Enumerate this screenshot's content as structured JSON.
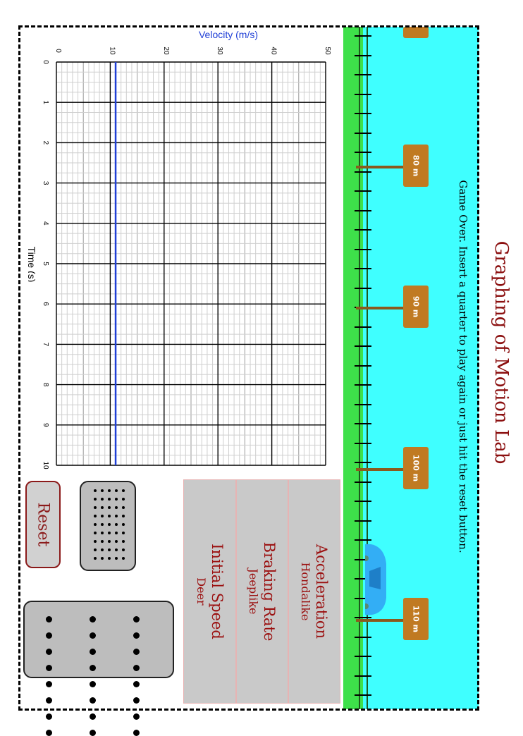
{
  "title": "Graphing of Motion Lab",
  "status_message": "Game Over.  Insert a quarter to play again or just hit the reset button.",
  "distance_markers": [
    {
      "label": "80 m",
      "position_m": 80
    },
    {
      "label": "90 m",
      "position_m": 90
    },
    {
      "label": "100 m",
      "position_m": 100
    },
    {
      "label": "110 m",
      "position_m": 110
    }
  ],
  "controls": {
    "acceleration": {
      "title": "Acceleration",
      "value": "Hondalike"
    },
    "braking_rate": {
      "title": "Braking Rate",
      "value": "Jeeplike"
    },
    "initial_speed": {
      "title": "Initial Speed",
      "value": "Deer"
    },
    "reset_label": "Reset"
  },
  "colors": {
    "title": "#8b0f0f",
    "road_bg": "#3fffff",
    "grass": "#3ee04a",
    "sign": "#c07a22",
    "line": "#1f3fd6"
  },
  "chart_data": {
    "type": "line",
    "xlabel": "Time (s)",
    "ylabel": "Velocity (m/s)",
    "xlim": [
      0,
      10
    ],
    "ylim": [
      0,
      50
    ],
    "x_ticks": [
      "0",
      "1",
      "2",
      "3",
      "4",
      "5",
      "6",
      "7",
      "8",
      "9",
      "10"
    ],
    "y_ticks": [
      "0",
      "10",
      "20",
      "30",
      "40",
      "50"
    ],
    "grid": true,
    "series": [
      {
        "x": [
          0,
          10
        ],
        "y": [
          11,
          11
        ],
        "color": "#1f3fd6"
      }
    ]
  }
}
